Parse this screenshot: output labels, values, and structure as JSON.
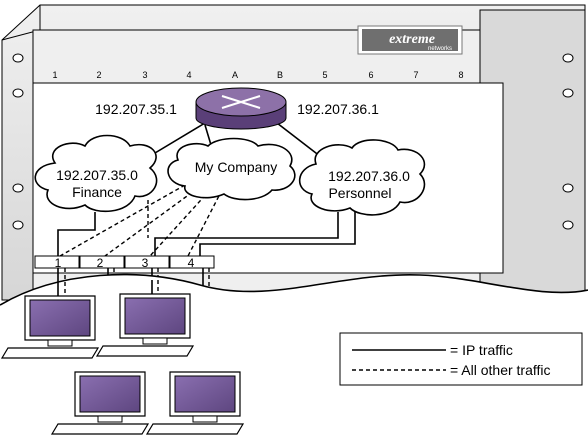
{
  "brand": {
    "logo_word": "extreme",
    "logo_sub": "networks"
  },
  "chassis": {
    "slot_labels": [
      "1",
      "2",
      "3",
      "4",
      "A",
      "B",
      "5",
      "6",
      "7",
      "8"
    ]
  },
  "router": {
    "left_ip": "192.207.35.1",
    "right_ip": "192.207.36.1"
  },
  "clouds": {
    "finance": {
      "ip": "192.207.35.0",
      "name": "Finance"
    },
    "company": {
      "name": "My Company"
    },
    "personnel": {
      "ip": "192.207.36.0",
      "name": "Personnel"
    }
  },
  "ports": [
    "1",
    "2",
    "3",
    "4"
  ],
  "legend": {
    "ip": "= IP traffic",
    "other": "= All other traffic"
  },
  "colors": {
    "router": "#6d4f8a",
    "router_top": "#8d71a8",
    "screen": "#7b5fa0",
    "chassis": "#e2e2e2",
    "chassis_dark": "#bdbdbd"
  }
}
